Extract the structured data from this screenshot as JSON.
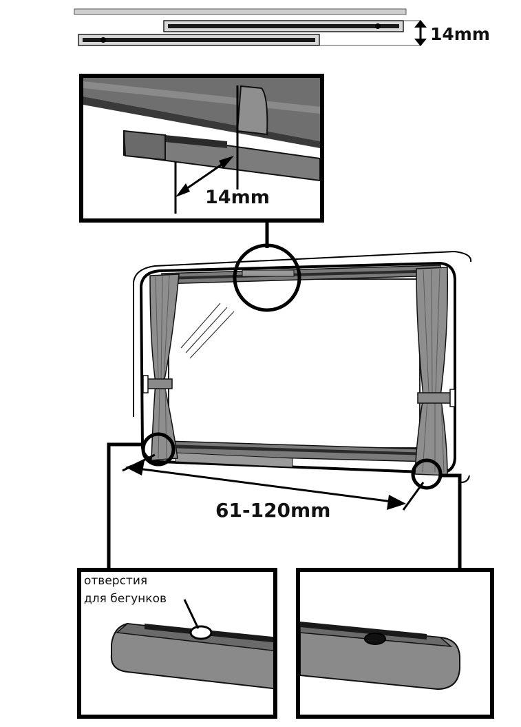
{
  "top_dimension_label": "14mm",
  "zoom_dimension_label": "14mm",
  "width_dimension_label": "61-120mm",
  "runner_holes_caption": {
    "line1": "отверстия",
    "line2": "для бегунков"
  },
  "colors": {
    "ink": "#111111",
    "rail_gray": "#7a7a7a",
    "curtain_gray": "#8e8e8e",
    "light_gray": "#cfcfcf"
  }
}
